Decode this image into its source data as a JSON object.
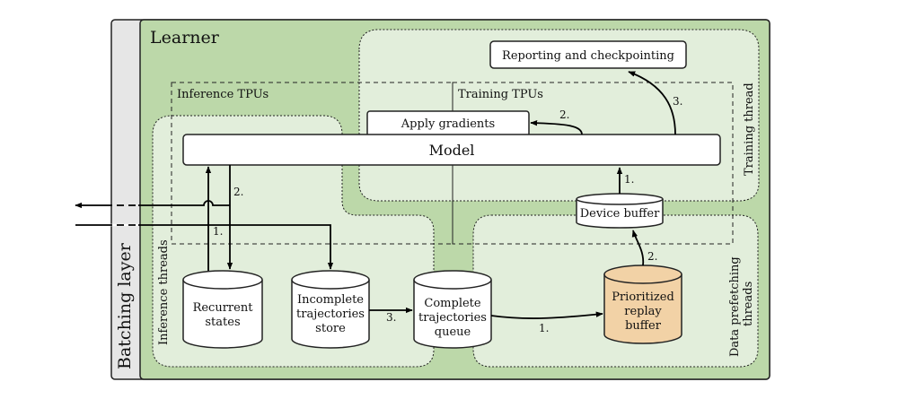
{
  "diagram": {
    "batching_layer": "Batching layer",
    "learner": "Learner",
    "inference_tpus": "Inference TPUs",
    "training_tpus": "Training TPUs",
    "training_thread": "Training thread",
    "inference_threads": "Inference threads",
    "data_prefetching_line1": "Data prefetching",
    "data_prefetching_line2": "threads",
    "reporting": "Reporting and checkpointing",
    "apply_gradients": "Apply gradients",
    "model": "Model",
    "device_buffer": "Device buffer",
    "recurrent_states": [
      "Recurrent",
      "states"
    ],
    "incomplete_store": [
      "Incomplete",
      "trajectories",
      "store"
    ],
    "complete_queue": [
      "Complete",
      "trajectories",
      "queue"
    ],
    "replay_buffer": [
      "Prioritized",
      "replay",
      "buffer"
    ],
    "step_labels": {
      "to_reporting": "3.",
      "to_apply_gradients": "2.",
      "buffer_to_model": "1.",
      "replay_to_buffer": "2.",
      "model_to_states": "2.",
      "states_to_model": "1.",
      "store_to_queue": "3.",
      "queue_to_replay": "1."
    }
  },
  "colors": {
    "learner_fill": "#bcd8a9",
    "thread_fill": "#e2eedb",
    "batching_fill": "#e6e6e6",
    "replay_fill": "#f2d2a6"
  }
}
